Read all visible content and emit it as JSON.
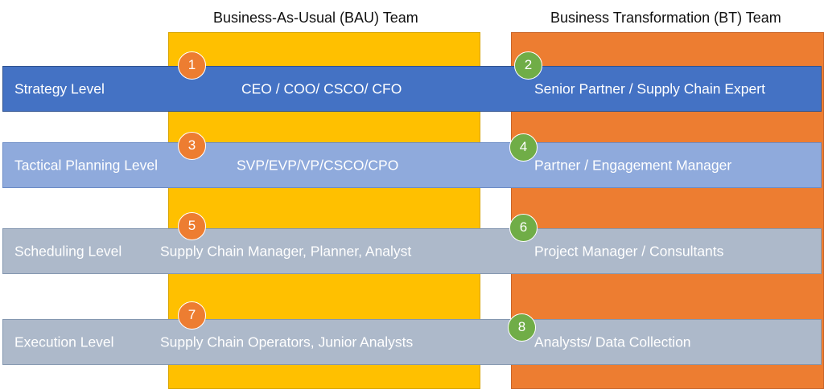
{
  "headers": {
    "bau": "Business-As-Usual (BAU) Team",
    "bt": "Business Transformation (BT) Team"
  },
  "colors": {
    "bau_column": "#ffc000",
    "bt_column": "#ed7d31",
    "strategy_band": "#4472c4",
    "tactical_band": "#8faadc",
    "lower_bands": "#adb9ca",
    "bau_badge": "#ed7d31",
    "bt_badge": "#70ad47"
  },
  "levels": [
    {
      "label": "Strategy Level",
      "bau": "CEO / COO/ CSCO/ CFO",
      "bt": "Senior Partner / Supply Chain Expert",
      "bau_badge": "1",
      "bt_badge": "2"
    },
    {
      "label": "Tactical Planning Level",
      "bau": "SVP/EVP/VP/CSCO/CPO",
      "bt": "Partner / Engagement Manager",
      "bau_badge": "3",
      "bt_badge": "4"
    },
    {
      "label": "Scheduling Level",
      "bau": "Supply Chain Manager, Planner, Analyst",
      "bt": "Project Manager / Consultants",
      "bau_badge": "5",
      "bt_badge": "6"
    },
    {
      "label": "Execution Level",
      "bau": "Supply Chain Operators, Junior Analysts",
      "bt": "Analysts/ Data Collection",
      "bau_badge": "7",
      "bt_badge": "8"
    }
  ]
}
